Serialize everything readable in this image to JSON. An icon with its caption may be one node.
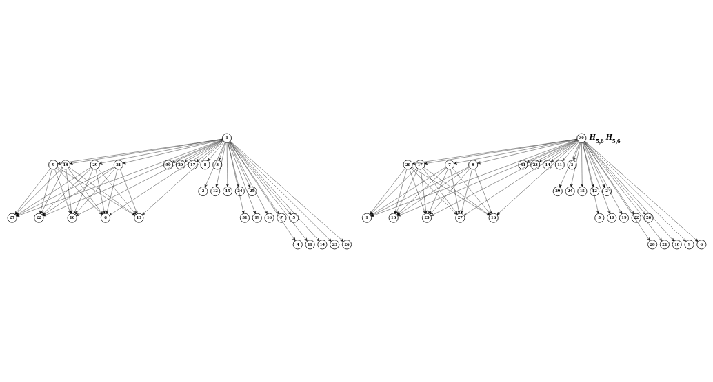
{
  "diagram": {
    "nodes": [
      {
        "text": [
          "1"
        ]
      },
      {
        "text": [
          "9"
        ]
      },
      {
        "text": [
          "18"
        ]
      },
      {
        "text": [
          "21"
        ]
      },
      {
        "text": [
          "29"
        ]
      },
      {
        "text": [
          "30"
        ]
      },
      {
        "text": [
          "20"
        ]
      },
      {
        "text": [
          "17"
        ]
      },
      {
        "text": [
          "8"
        ]
      },
      {
        "text": [
          "3"
        ]
      },
      {
        "text": [
          "2"
        ]
      },
      {
        "text": [
          "12"
        ]
      },
      {
        "text": [
          "15"
        ]
      },
      {
        "text": [
          "24"
        ]
      },
      {
        "text": [
          "25"
        ]
      },
      {
        "text": [
          "31"
        ]
      },
      {
        "text": [
          "19"
        ]
      },
      {
        "text": [
          "16"
        ]
      },
      {
        "text": [
          "7"
        ]
      },
      {
        "text": [
          "5"
        ]
      },
      {
        "text": [
          "4"
        ]
      },
      {
        "text": [
          "11"
        ]
      },
      {
        "text": [
          "14"
        ]
      },
      {
        "text": [
          "23"
        ]
      },
      {
        "text": [
          "26"
        ]
      },
      {
        "text": [
          "27"
        ]
      },
      {
        "text": [
          "22"
        ]
      },
      {
        "text": [
          "13"
        ]
      },
      {
        "text": [
          "10"
        ]
      },
      {
        "text": [
          "6"
        ]
      },
      {
        "text": [
          "30"
        ]
      },
      {
        "text": [
          "20"
        ]
      },
      {
        "text": [
          "17"
        ]
      },
      {
        "text": [
          "8"
        ]
      },
      {
        "text": [
          "7"
        ]
      },
      {
        "text": [
          "31"
        ]
      },
      {
        "text": [
          "23"
        ]
      },
      {
        "text": [
          "14"
        ]
      },
      {
        "text": [
          "11"
        ]
      },
      {
        "text": [
          "3"
        ]
      },
      {
        "text": [
          "29"
        ]
      },
      {
        "text": [
          "24"
        ]
      },
      {
        "text": [
          "15"
        ]
      },
      {
        "text": [
          "12"
        ]
      },
      {
        "text": [
          "2"
        ]
      },
      {
        "text": [
          "5"
        ]
      },
      {
        "text": [
          "10"
        ]
      },
      {
        "text": [
          "19"
        ]
      },
      {
        "text": [
          "22"
        ]
      },
      {
        "text": [
          "26"
        ]
      },
      {
        "text": [
          "28"
        ]
      },
      {
        "text": [
          "21"
        ]
      },
      {
        "text": [
          "18"
        ]
      },
      {
        "text": [
          "9"
        ]
      },
      {
        "text": [
          "6"
        ]
      },
      {
        "text": [
          "1"
        ]
      },
      {
        "text": [
          "13"
        ]
      },
      {
        "text": [
          "16"
        ]
      },
      {
        "text": [
          "25"
        ]
      },
      {
        "text": [
          "27"
        ]
      }
    ],
    "edges": [
      {
        "from": 0,
        "to": 1,
        "arrow": "to"
      },
      {
        "from": 0,
        "to": 2,
        "arrow": "to"
      },
      {
        "from": 0,
        "to": 3,
        "arrow": "to"
      },
      {
        "from": 0,
        "to": 4,
        "arrow": "to"
      },
      {
        "from": 0,
        "to": 5,
        "arrow": "to"
      },
      {
        "from": 0,
        "to": 6,
        "arrow": "to"
      },
      {
        "from": 0,
        "to": 7,
        "arrow": "to"
      },
      {
        "from": 0,
        "to": 8,
        "arrow": "to"
      },
      {
        "from": 0,
        "to": 9,
        "arrow": "to"
      },
      {
        "from": 0,
        "to": 10,
        "arrow": "to"
      },
      {
        "from": 0,
        "to": 11,
        "arrow": "to"
      },
      {
        "from": 0,
        "to": 12,
        "arrow": "to"
      },
      {
        "from": 0,
        "to": 13,
        "arrow": "to"
      },
      {
        "from": 0,
        "to": 14,
        "arrow": "to"
      },
      {
        "from": 0,
        "to": 15,
        "arrow": "to"
      },
      {
        "from": 0,
        "to": 16,
        "arrow": "to"
      },
      {
        "from": 0,
        "to": 17,
        "arrow": "to"
      },
      {
        "from": 0,
        "to": 18,
        "arrow": "to"
      },
      {
        "from": 0,
        "to": 19,
        "arrow": "to"
      },
      {
        "from": 0,
        "to": 20,
        "arrow": "to"
      },
      {
        "from": 0,
        "to": 21,
        "arrow": "to"
      },
      {
        "from": 0,
        "to": 22,
        "arrow": "to"
      },
      {
        "from": 0,
        "to": 23,
        "arrow": "to"
      },
      {
        "from": 0,
        "to": 24,
        "arrow": "to"
      },
      {
        "from": 0,
        "to": 25,
        "arrow": "to"
      },
      {
        "from": 0,
        "to": 26,
        "arrow": "to"
      },
      {
        "from": 0,
        "to": 27,
        "arrow": "to"
      },
      {
        "from": 0,
        "to": 28,
        "arrow": "to"
      },
      {
        "from": 0,
        "to": 29,
        "arrow": "to"
      },
      {
        "from": 1,
        "to": 25,
        "arrow": "to"
      },
      {
        "from": 1,
        "to": 26,
        "arrow": "to"
      },
      {
        "from": 1,
        "to": 27,
        "arrow": "to"
      },
      {
        "from": 1,
        "to": 28,
        "arrow": "to"
      },
      {
        "from": 1,
        "to": 29,
        "arrow": "to"
      },
      {
        "from": 2,
        "to": 25,
        "arrow": "to"
      },
      {
        "from": 2,
        "to": 26,
        "arrow": "to"
      },
      {
        "from": 2,
        "to": 27,
        "arrow": "to"
      },
      {
        "from": 2,
        "to": 28,
        "arrow": "to"
      },
      {
        "from": 2,
        "to": 29,
        "arrow": "to"
      },
      {
        "from": 3,
        "to": 25,
        "arrow": "to"
      },
      {
        "from": 3,
        "to": 26,
        "arrow": "to"
      },
      {
        "from": 3,
        "to": 27,
        "arrow": "to"
      },
      {
        "from": 3,
        "to": 28,
        "arrow": "to"
      },
      {
        "from": 3,
        "to": 29,
        "arrow": "to"
      },
      {
        "from": 4,
        "to": 25,
        "arrow": "to"
      },
      {
        "from": 4,
        "to": 26,
        "arrow": "to"
      },
      {
        "from": 4,
        "to": 27,
        "arrow": "to"
      },
      {
        "from": 4,
        "to": 28,
        "arrow": "to"
      },
      {
        "from": 4,
        "to": 29,
        "arrow": "to"
      },
      {
        "from": 30,
        "to": 31,
        "arrow": "to"
      },
      {
        "from": 30,
        "to": 32,
        "arrow": "to"
      },
      {
        "from": 30,
        "to": 33,
        "arrow": "to"
      },
      {
        "from": 30,
        "to": 34,
        "arrow": "to"
      },
      {
        "from": 30,
        "to": 35,
        "arrow": "to"
      },
      {
        "from": 30,
        "to": 36,
        "arrow": "to"
      },
      {
        "from": 30,
        "to": 37,
        "arrow": "to"
      },
      {
        "from": 30,
        "to": 38,
        "arrow": "to"
      },
      {
        "from": 30,
        "to": 39,
        "arrow": "to"
      },
      {
        "from": 30,
        "to": 40,
        "arrow": "to"
      },
      {
        "from": 30,
        "to": 41,
        "arrow": "to"
      },
      {
        "from": 30,
        "to": 42,
        "arrow": "to"
      },
      {
        "from": 30,
        "to": 43,
        "arrow": "to"
      },
      {
        "from": 30,
        "to": 44,
        "arrow": "to"
      },
      {
        "from": 30,
        "to": 45,
        "arrow": "to"
      },
      {
        "from": 30,
        "to": 46,
        "arrow": "to"
      },
      {
        "from": 30,
        "to": 47,
        "arrow": "to"
      },
      {
        "from": 30,
        "to": 48,
        "arrow": "to"
      },
      {
        "from": 30,
        "to": 49,
        "arrow": "to"
      },
      {
        "from": 30,
        "to": 50,
        "arrow": "to"
      },
      {
        "from": 30,
        "to": 51,
        "arrow": "to"
      },
      {
        "from": 30,
        "to": 52,
        "arrow": "to"
      },
      {
        "from": 30,
        "to": 53,
        "arrow": "to"
      },
      {
        "from": 30,
        "to": 54,
        "arrow": "to"
      },
      {
        "from": 30,
        "to": 55,
        "arrow": "to"
      },
      {
        "from": 30,
        "to": 56,
        "arrow": "to"
      },
      {
        "from": 30,
        "to": 57,
        "arrow": "to"
      },
      {
        "from": 30,
        "to": 58,
        "arrow": "to"
      },
      {
        "from": 30,
        "to": 59,
        "arrow": "to"
      },
      {
        "from": 31,
        "to": 55,
        "arrow": "to"
      },
      {
        "from": 31,
        "to": 56,
        "arrow": "to"
      },
      {
        "from": 31,
        "to": 57,
        "arrow": "to"
      },
      {
        "from": 31,
        "to": 58,
        "arrow": "to"
      },
      {
        "from": 31,
        "to": 59,
        "arrow": "to"
      },
      {
        "from": 32,
        "to": 55,
        "arrow": "to"
      },
      {
        "from": 32,
        "to": 56,
        "arrow": "to"
      },
      {
        "from": 32,
        "to": 57,
        "arrow": "to"
      },
      {
        "from": 32,
        "to": 58,
        "arrow": "to"
      },
      {
        "from": 32,
        "to": 59,
        "arrow": "to"
      },
      {
        "from": 33,
        "to": 55,
        "arrow": "to"
      },
      {
        "from": 33,
        "to": 56,
        "arrow": "to"
      },
      {
        "from": 33,
        "to": 57,
        "arrow": "to"
      },
      {
        "from": 33,
        "to": 58,
        "arrow": "to"
      },
      {
        "from": 33,
        "to": 59,
        "arrow": "to"
      },
      {
        "from": 34,
        "to": 55,
        "arrow": "to"
      },
      {
        "from": 34,
        "to": 56,
        "arrow": "to"
      },
      {
        "from": 34,
        "to": 57,
        "arrow": "to"
      },
      {
        "from": 34,
        "to": 58,
        "arrow": "to"
      },
      {
        "from": 34,
        "to": 59,
        "arrow": "to"
      }
    ],
    "labels": [
      "*H*$_{5,6}$",
      "*H*$_{5,6}$"
    ]
  }
}
